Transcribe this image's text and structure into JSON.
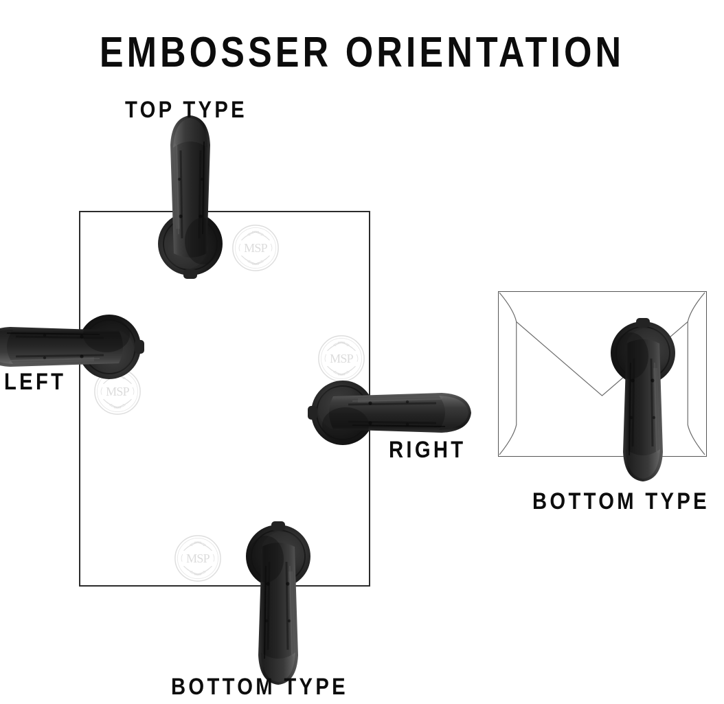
{
  "page": {
    "title": "EMBOSSER ORIENTATION",
    "background_color": "#ffffff",
    "text_color": "#0d0d0d"
  },
  "labels": {
    "top_type": "TOP TYPE",
    "left": "LEFT",
    "right": "RIGHT",
    "bottom_type_paper": "BOTTOM TYPE",
    "bottom_type_envelope": "BOTTOM TYPE"
  },
  "media": {
    "paper": {
      "name": "paper-sheet",
      "shape": "rectangle",
      "outline_color": "#2b2b2b"
    },
    "envelope": {
      "name": "envelope",
      "shape": "rectangle-with-flaps",
      "outline_color": "#555555"
    }
  },
  "seals": {
    "monogram": "MSP",
    "count": 4,
    "style": "blind-embossed laurel wreath circle",
    "color": "#dcdcdc"
  },
  "embossers": [
    {
      "name": "embosser-top-type",
      "orientation": "top",
      "placement": "paper",
      "label": "TOP TYPE"
    },
    {
      "name": "embosser-left",
      "orientation": "left",
      "placement": "paper",
      "label": "LEFT"
    },
    {
      "name": "embosser-right",
      "orientation": "right",
      "placement": "paper",
      "label": "RIGHT"
    },
    {
      "name": "embosser-bottom-type-paper",
      "orientation": "bottom",
      "placement": "paper",
      "label": "BOTTOM TYPE"
    },
    {
      "name": "embosser-bottom-type-envelope",
      "orientation": "bottom",
      "placement": "envelope",
      "label": "BOTTOM TYPE"
    }
  ],
  "colors": {
    "embosser_body": "#2a2a2a",
    "embosser_highlight": "#555555",
    "embosser_shadow": "#101010",
    "seal_line": "#d6d6d6"
  }
}
